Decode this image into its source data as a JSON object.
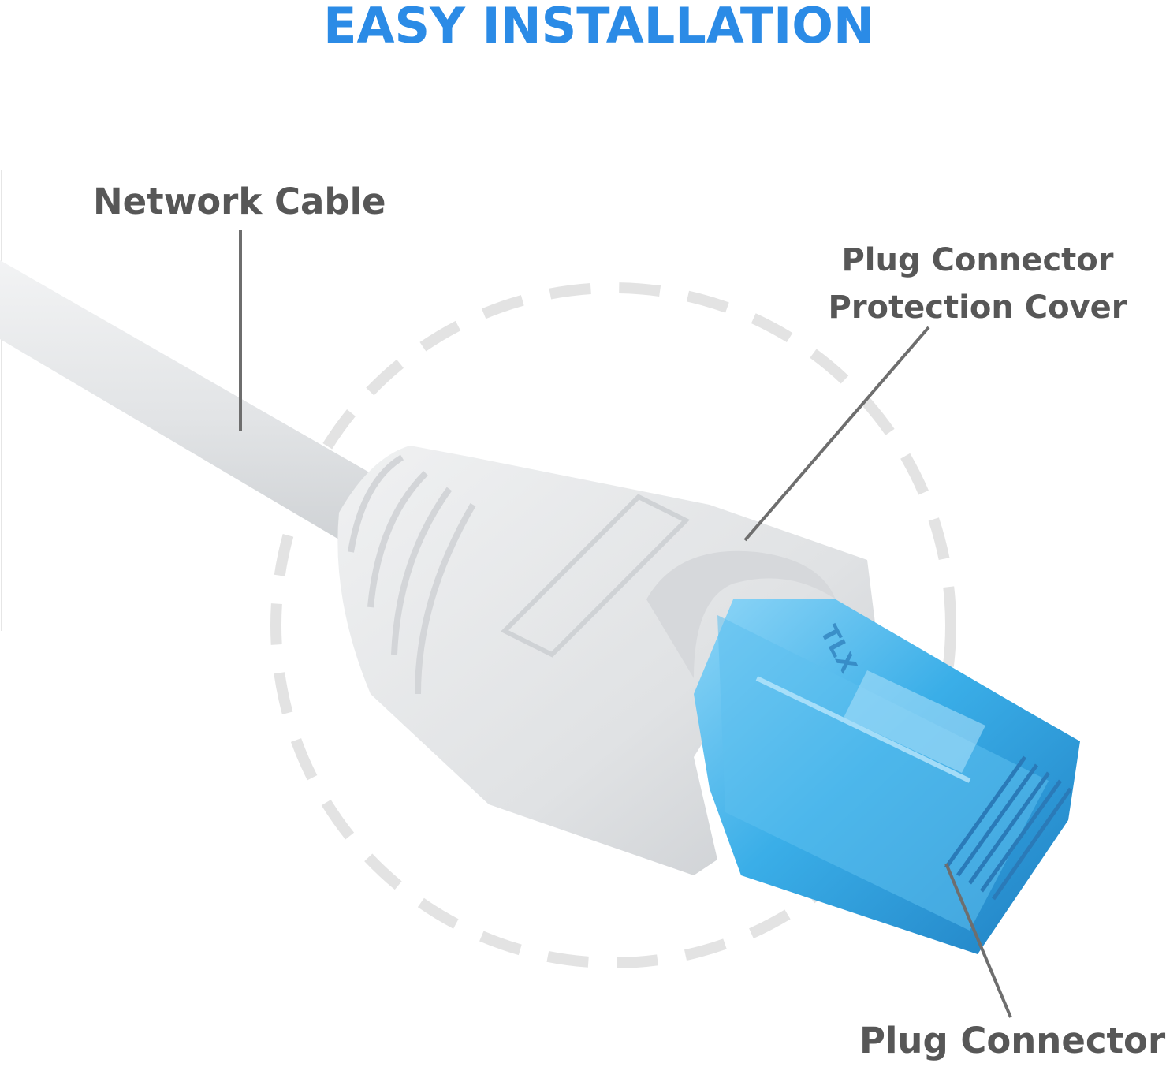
{
  "title": "EASY INSTALLATION",
  "labels": {
    "network_cable": "Network Cable",
    "protection_cover_line1": "Plug Connector",
    "protection_cover_line2": "Protection Cover",
    "plug_connector": "Plug Connector"
  },
  "connector_marking": "TLX",
  "colors": {
    "title": "#2b8be6",
    "label_text": "#575757",
    "pointer_lines": "#6e6e6e",
    "dashed_circle": "#e3e3e3",
    "cable_white": "#e9eaeb",
    "plug_blue": "#3aaee8"
  }
}
